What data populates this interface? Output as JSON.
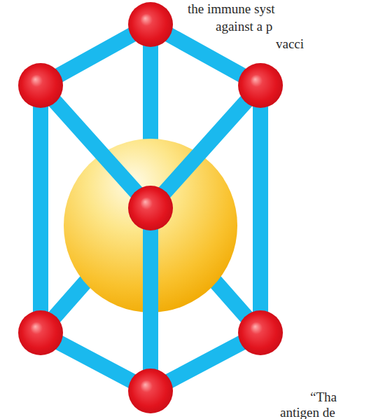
{
  "diagram": {
    "labels": [
      "the immune syst",
      "against a p",
      "vacci",
      "“Tha",
      "antigen de"
    ]
  }
}
